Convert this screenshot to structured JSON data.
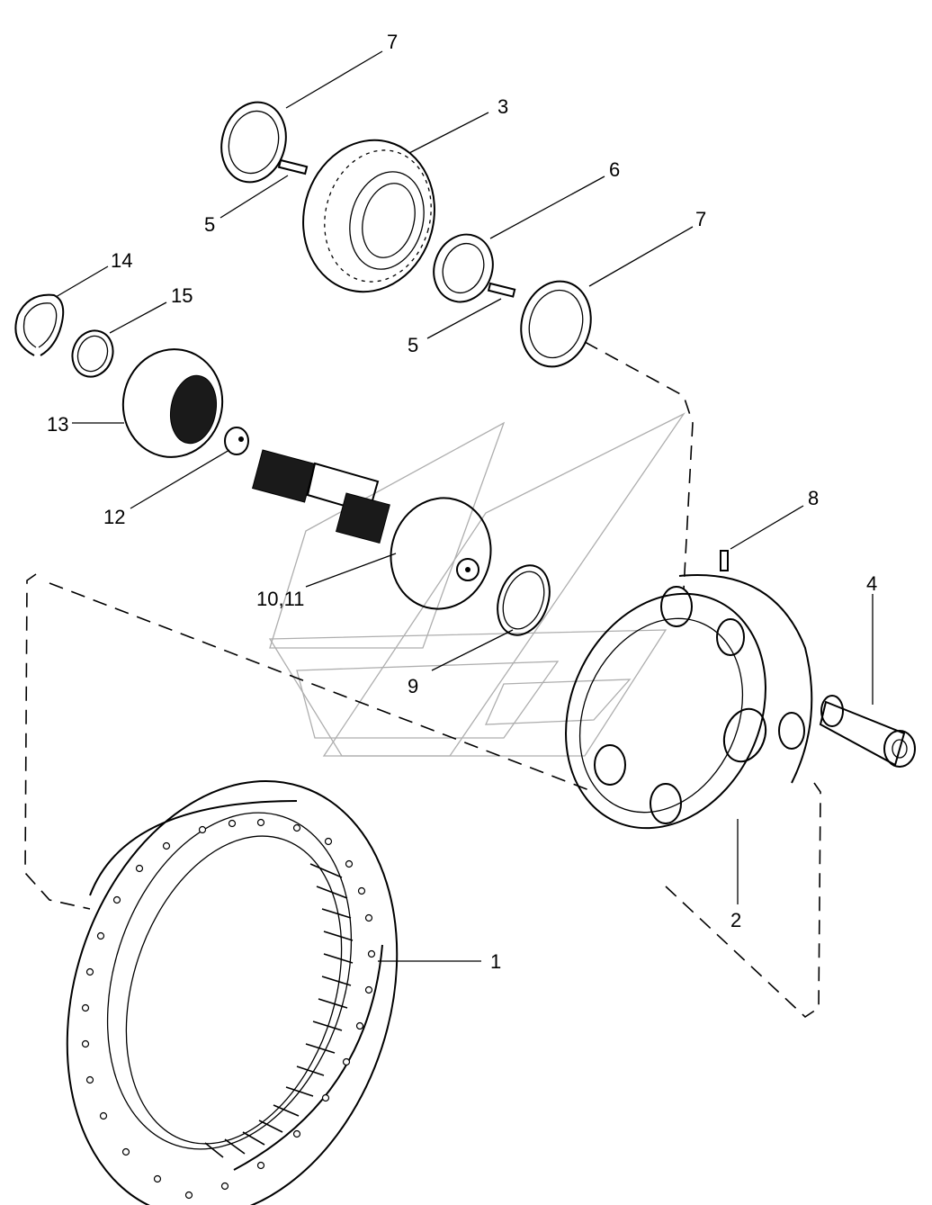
{
  "labels": {
    "p1": "1",
    "p2": "2",
    "p3": "3",
    "p4": "4",
    "p5a": "5",
    "p5b": "5",
    "p6": "6",
    "p7a": "7",
    "p7b": "7",
    "p8": "8",
    "p9": "9",
    "p10_11": "10,11",
    "p12": "12",
    "p13": "13",
    "p14": "14",
    "p15": "15"
  },
  "colors": {
    "ink": "#000000",
    "watermark": "#9a9a9a",
    "background": "#ffffff"
  }
}
